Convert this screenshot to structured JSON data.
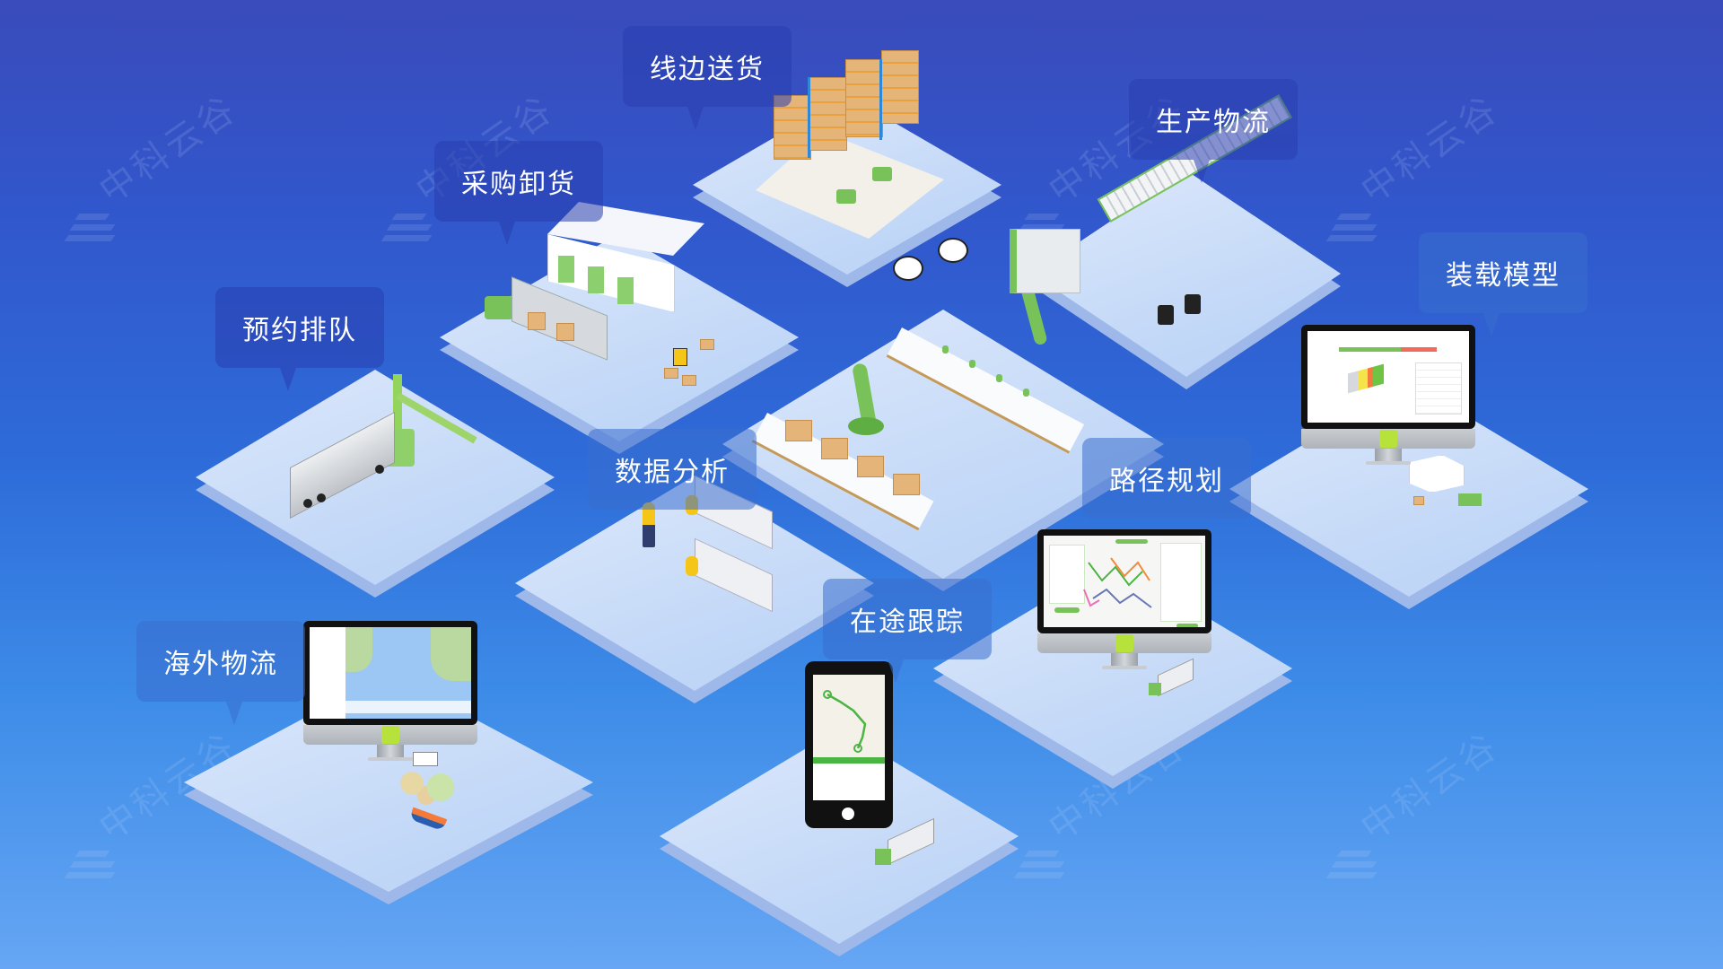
{
  "watermark": {
    "text": "中科云谷",
    "icon": "zoomlion-cloud-logo-icon"
  },
  "labels": [
    {
      "id": "line-side-delivery",
      "text": "线边送货"
    },
    {
      "id": "purchase-unloading",
      "text": "采购卸货"
    },
    {
      "id": "production-logistics",
      "text": "生产物流"
    },
    {
      "id": "appointment-queue",
      "text": "预约排队"
    },
    {
      "id": "loading-model",
      "text": "装载模型"
    },
    {
      "id": "data-analysis",
      "text": "数据分析"
    },
    {
      "id": "route-planning",
      "text": "路径规划"
    },
    {
      "id": "in-transit-tracking",
      "text": "在途跟踪"
    },
    {
      "id": "overseas-logistics",
      "text": "海外物流"
    }
  ],
  "colors": {
    "bg_top": "#3a4bbb",
    "bg_bottom": "#66a6f4",
    "tile_top": "#d3e2fa",
    "tile_side": "#9fb8ea",
    "accent_green": "#79c25a",
    "box_tan": "#e4b478",
    "label_bg": "#2b3fae"
  },
  "icons": {
    "warehouse_racks": "warehouse-rack-icon",
    "forklift": "forklift-icon",
    "truck": "truck-icon",
    "robot_arm": "robot-arm-icon",
    "agv_robot": "agv-robot-icon",
    "conveyor": "conveyor-belt-icon",
    "monitor": "desktop-monitor-icon",
    "phone": "smartphone-icon",
    "control_desk": "control-console-icon",
    "ship": "cargo-ship-icon"
  }
}
